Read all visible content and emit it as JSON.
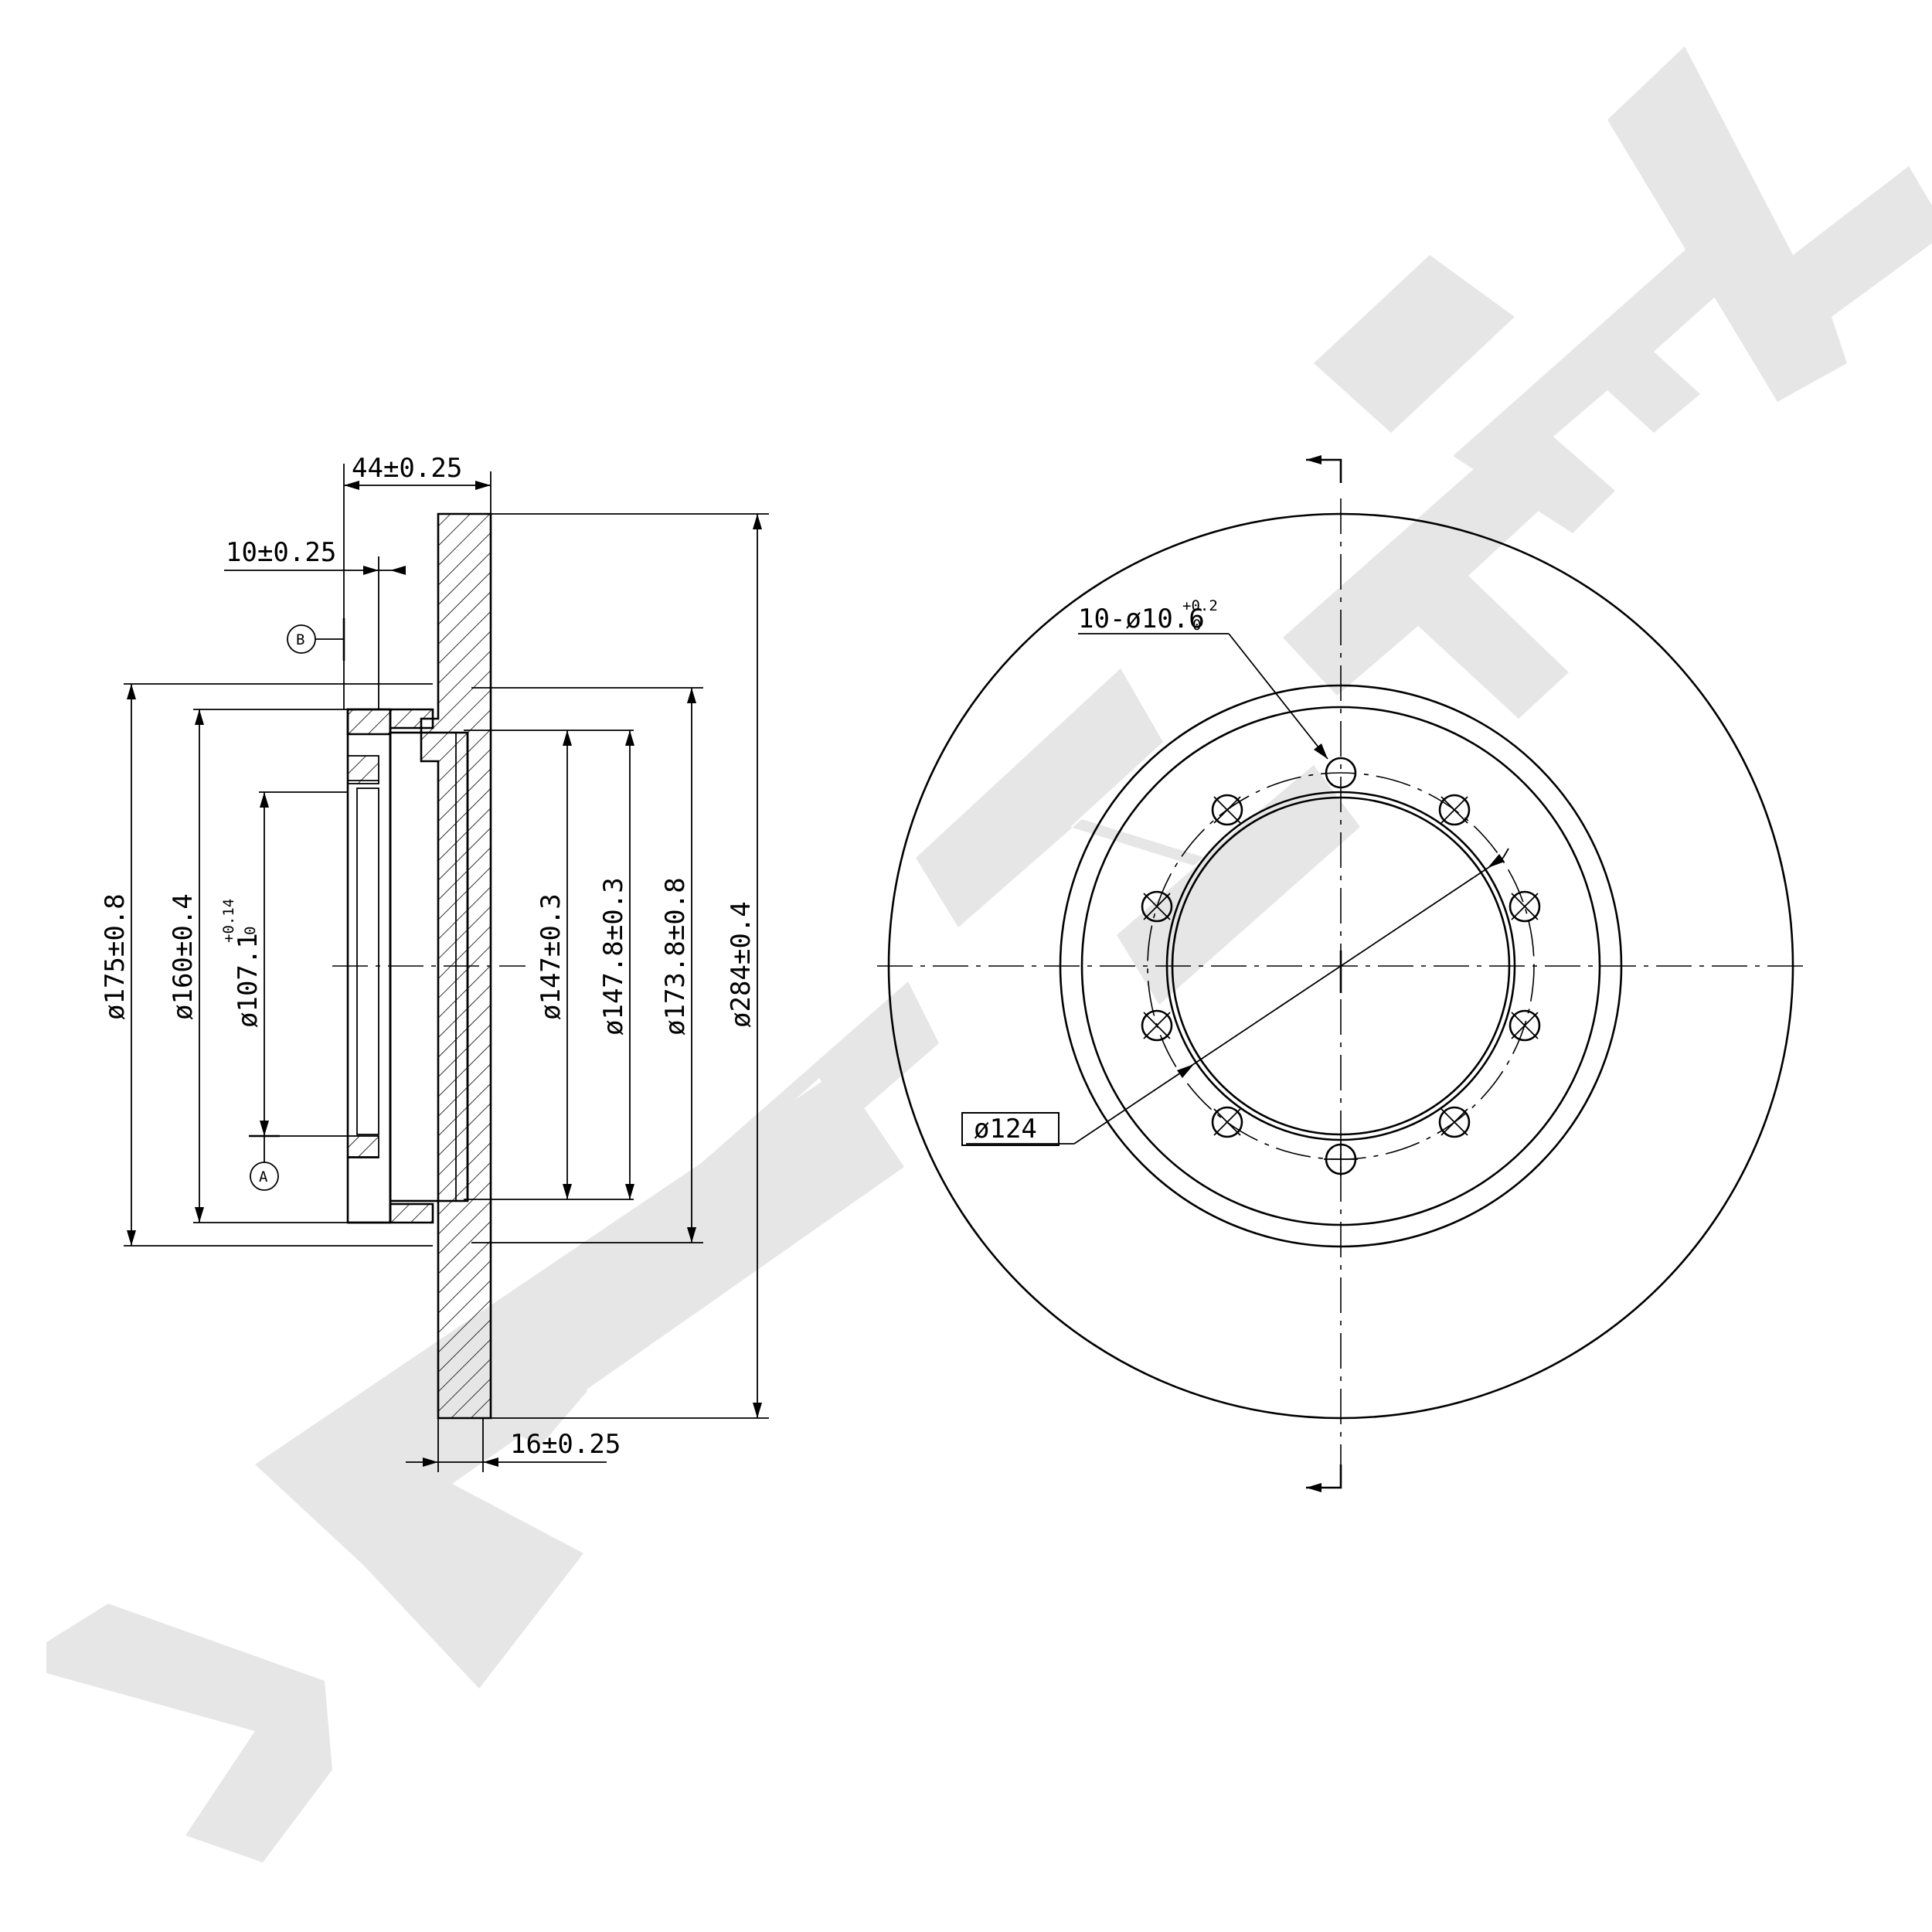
{
  "watermark": {
    "color": "#e6e6e6"
  },
  "side_view": {
    "overall_width": "44±0.25",
    "hub_offset": "10±0.25",
    "disc_thickness": "16±0.25",
    "datum_a": "A",
    "datum_b": "B",
    "diameters": {
      "d175": "ø175±0.8",
      "d160": "ø160±0.4",
      "d107_base": "ø107.1",
      "d107_tol_upper": "+0.14",
      "d107_tol_lower": "0",
      "d147": "ø147±0.3",
      "d147_8": "ø147.8±0.3",
      "d173_8": "ø173.8±0.8",
      "d284": "ø284±0.4"
    }
  },
  "front_view": {
    "holes_base": "10-ø10.6",
    "holes_tol_upper": "+0.2",
    "holes_tol_lower": "0",
    "bolt_circle": "ø124"
  }
}
